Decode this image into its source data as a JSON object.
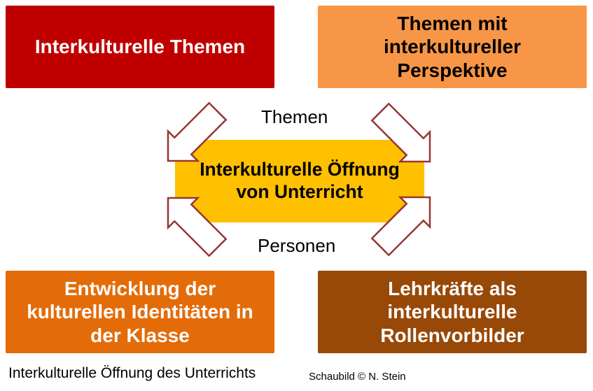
{
  "diagram": {
    "title_caption": "Interkulturelle  Öffnung des Unterrichts",
    "credit": "Schaubild © N. Stein",
    "center": {
      "label": "Interkulturelle Öffnung\nvon Unterricht",
      "bg": "#FFC000",
      "fg": "#000000"
    },
    "boxes": {
      "top_left": {
        "label": "Interkulturelle Themen",
        "bg": "#C00000",
        "fg": "#FFFFFF"
      },
      "top_right": {
        "label": "Themen mit\ninterkultureller\nPerspektive",
        "bg": "#F79646",
        "fg": "#000000"
      },
      "bottom_left": {
        "label": "Entwicklung der\nkulturellen Identitäten in\nder Klasse",
        "bg": "#E36C09",
        "fg": "#FFFFFF"
      },
      "bottom_right": {
        "label": "Lehrkräfte als\ninterkulturelle\nRollenvorbilder",
        "bg": "#984807",
        "fg": "#FFFFFF"
      }
    },
    "connector_labels": {
      "upper": "Themen",
      "lower": "Personen"
    },
    "arrows": [
      {
        "from": "top_left",
        "to": "center",
        "direction": "down-right"
      },
      {
        "from": "top_right",
        "to": "center",
        "direction": "down-left"
      },
      {
        "from": "bottom_left",
        "to": "center",
        "direction": "up-right"
      },
      {
        "from": "bottom_right",
        "to": "center",
        "direction": "up-left"
      }
    ],
    "arrow_style": {
      "fill": "#FFFFFF",
      "stroke": "#953735"
    }
  }
}
